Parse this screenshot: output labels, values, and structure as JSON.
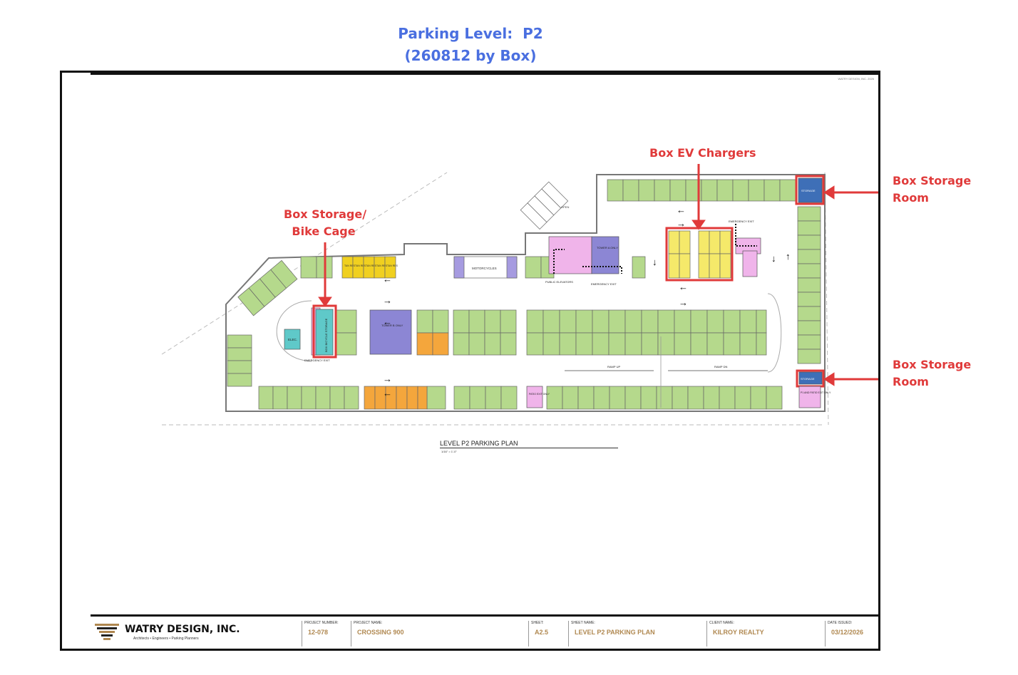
{
  "header": {
    "line1": "Parking Level:  P2",
    "line2": "(260812 by Box)"
  },
  "annotations": {
    "ev_chargers": "Box EV Chargers",
    "storage_bike_line1": "Box Storage/",
    "storage_bike_line2": "Bike Cage",
    "storage_room_top_line1": "Box Storage",
    "storage_room_top_line2": "Room",
    "storage_room_bottom_line1": "Box Storage",
    "storage_room_bottom_line2": "Room"
  },
  "plan": {
    "caption": "LEVEL P2 PARKING PLAN",
    "scale": "1/16\" = 1'-0\"",
    "credit": "WATRY DESIGN, INC. 2026",
    "labels": {
      "storage_top": "STORAGE",
      "storage_bottom": "STORAGE",
      "open": "OPEN",
      "emergency_exit_right": "EMERGENCY EXIT",
      "emergency_exit_mid": "EMERGENCY EXIT",
      "emergency_exit_left": "EMERGENCY EXIT",
      "public_elevators": "PUBLIC ELEVATORS",
      "tower_a": "TOWER A ONLY",
      "tower_b": "TOWER B ONLY",
      "motorcycles": "MOTORCYCLES",
      "elec": "ELEC.",
      "bike_storage": "BOX BICYCLE STORAGE",
      "ramp_up": "RAMP UP",
      "ramp_dn": "RAMP DN",
      "patio_exit": "PATIO EXIT ONLY",
      "p1_patio_exit": "P1 AND PATIO EXIT ONLY",
      "tan_res": "TAN RES"
    },
    "colors": {
      "stall": "#b5d98c",
      "ev_stall": "#f5e96a",
      "tandem": "#f0d020",
      "orange": "#f4a63c",
      "tower": "#8c86d4",
      "pink": "#f0b4ea",
      "cyan": "#5fc9c9",
      "storage": "#3e6fb7",
      "highlight": "#e03a3a"
    }
  },
  "title_block": {
    "firm": "WATRY DESIGN, INC.",
    "firm_sub": "Architects  •  Engineers  •  Parking Planners",
    "project_number_label": "PROJECT NUMBER:",
    "project_number": "12-078",
    "project_name_label": "PROJECT NAME:",
    "project_name": "CROSSING 900",
    "sheet_label": "SHEET:",
    "sheet": "A2.5",
    "sheet_name_label": "SHEET NAME:",
    "sheet_name": "LEVEL P2 PARKING PLAN",
    "client_label": "CLIENT NAME:",
    "client": "KILROY REALTY",
    "date_label": "DATE ISSUED:",
    "date": "03/12/2026"
  }
}
